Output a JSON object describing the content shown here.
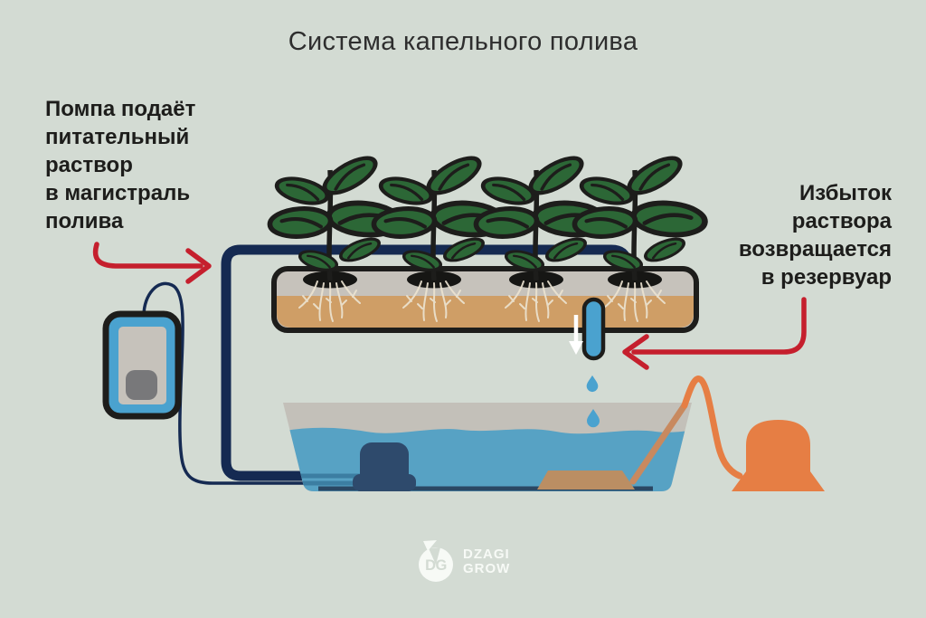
{
  "title": "Система капельного полива",
  "annotations": {
    "left": "Помпа подаёт\nпитательный\nраствор\nв магистраль\nполива",
    "right": "Избыток\nраствора\nвозвращается\nв резервуар"
  },
  "logo": {
    "monogram": "DG",
    "name_top": "DZAGI",
    "name_bottom": "GROW"
  },
  "colors": {
    "background": "#d3dbd3",
    "outline": "#1d1d1b",
    "leaf_green": "#2c6736",
    "supply_tube_navy": "#152a52",
    "water_blue": "#57a2c4",
    "accent_blue": "#4aa2cf",
    "tray_grey": "#c6c2bb",
    "tray_substrate_tan": "#cf9e66",
    "reservoir_grey": "#c3c0b9",
    "submerged_pump_navy": "#2e4a6c",
    "air_stone_tan": "#bb8e63",
    "air_pump_orange": "#e67e44",
    "arrow_red": "#c51f2d",
    "arrow_white": "#ffffff",
    "roots_cream": "#ece4d2"
  },
  "diagram_elements": [
    "plant",
    "nutrient-tray",
    "supply-tube",
    "drain-tube",
    "drip-droplets",
    "reservoir",
    "water-pump",
    "air-stone",
    "air-tube",
    "air-pump",
    "pump-unit",
    "pump-cable",
    "supply-arrow",
    "drain-arrow",
    "return-arrow",
    "dzagi-logo"
  ]
}
